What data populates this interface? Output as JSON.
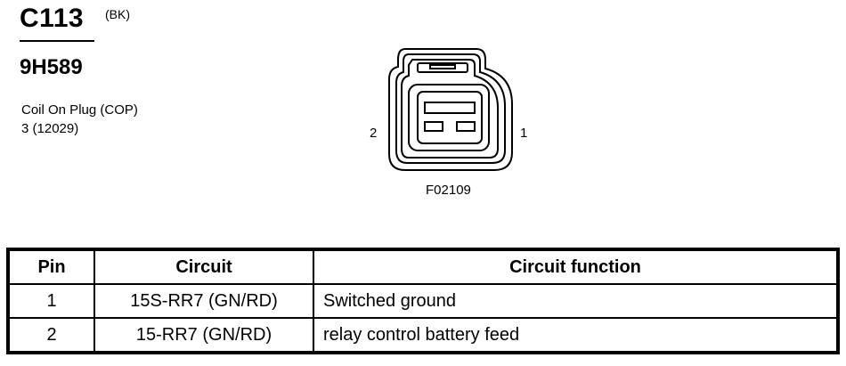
{
  "header": {
    "connector_id": "C113",
    "color_code": "(BK)",
    "part_number": "9H589",
    "component_name": "Coil On Plug (COP)",
    "component_sub": "3 (12029)"
  },
  "diagram": {
    "pin_left": "2",
    "pin_right": "1",
    "figure_code": "F02109"
  },
  "table": {
    "headers": [
      "Pin",
      "Circuit",
      "Circuit function"
    ],
    "rows": [
      [
        "1",
        "15S-RR7 (GN/RD)",
        "Switched ground"
      ],
      [
        "2",
        "15-RR7 (GN/RD)",
        "relay control battery feed"
      ]
    ]
  }
}
